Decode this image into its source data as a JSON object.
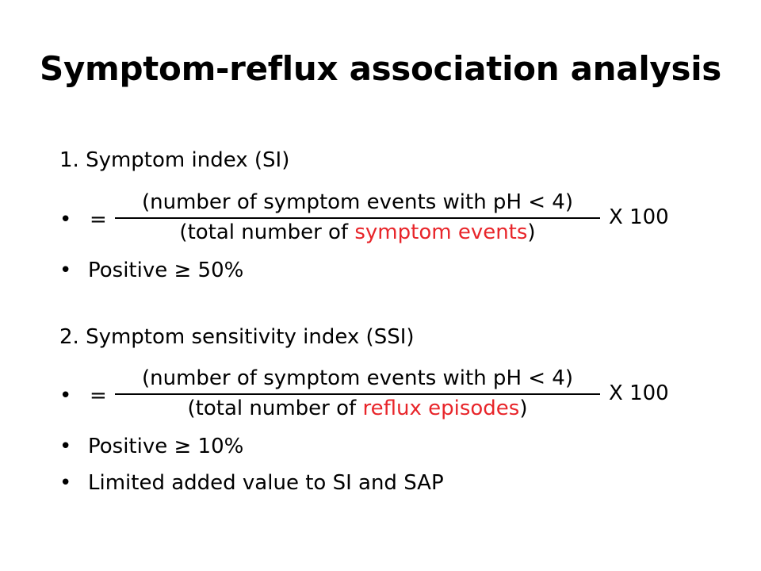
{
  "title": "Symptom-reflux association analysis",
  "accent_color": "#e8252a",
  "si": {
    "heading": "1. Symptom index (SI)",
    "bullet": "•",
    "equals": "=",
    "numerator": "(number of symptom events with pH < 4)",
    "denominator_prefix": "(total number of ",
    "denominator_highlight": "symptom events",
    "denominator_suffix": ")",
    "multiplier": "X 100",
    "positive": "Positive ≥ 50%"
  },
  "ssi": {
    "heading": "2. Symptom sensitivity index (SSI)",
    "bullet": "•",
    "equals": "=",
    "numerator": "(number of symptom events with pH < 4)",
    "denominator_prefix": "(total number of ",
    "denominator_highlight": "reflux episodes",
    "denominator_suffix": ")",
    "multiplier": "X 100",
    "positive": "Positive ≥ 10%",
    "note": "Limited added value to SI and SAP"
  }
}
